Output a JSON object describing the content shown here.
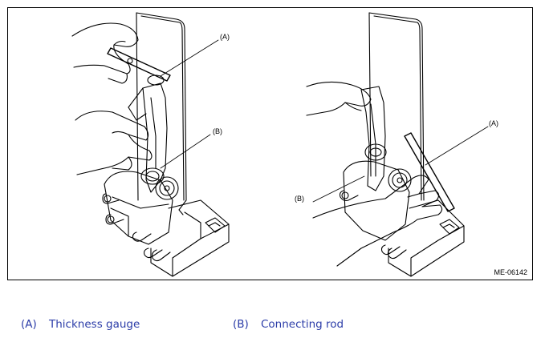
{
  "figure": {
    "id_label": "ME-06142",
    "callouts": {
      "left_a": "(A)",
      "left_b": "(B)",
      "right_a": "(A)",
      "right_b": "(B)"
    }
  },
  "legend": [
    {
      "key": "(A)",
      "label": "Thickness gauge"
    },
    {
      "key": "(B)",
      "label": "Connecting rod"
    }
  ]
}
